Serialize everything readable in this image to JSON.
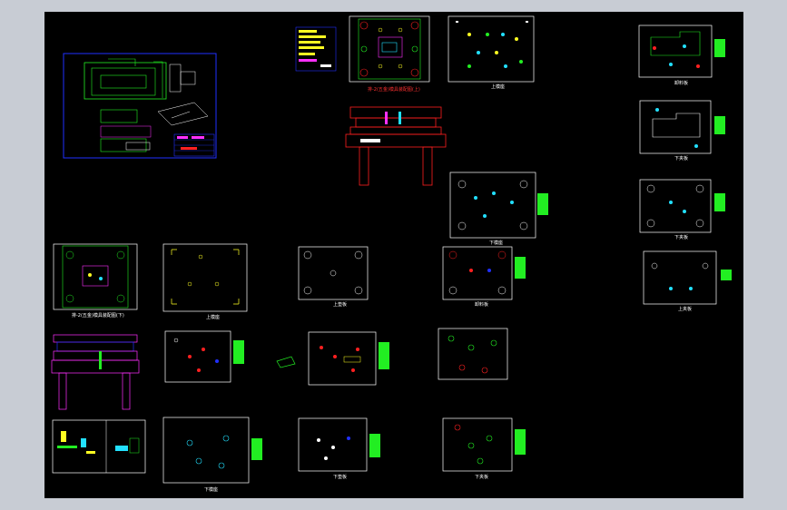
{
  "viewport": {
    "background": "#000000",
    "frame": "#c8ccd4"
  },
  "colors": {
    "white": "#ffffff",
    "red": "#ff2020",
    "green": "#22ee22",
    "cyan": "#22e0ff",
    "yellow": "#ffff22",
    "blue": "#2030ff",
    "magenta": "#ff30ff"
  },
  "labels": {
    "upper_die": "上模座",
    "upper_pad": "上垫板",
    "upper_plate": "上夹板",
    "stripper": "卸料板",
    "lower_die": "下模座",
    "lower_pad": "下垫板",
    "lower_plate": "下夹板",
    "assembly_top": "排-2(五金)模具装配图(上)",
    "assembly_bot": "排-2(五金)模具装配图(下)"
  },
  "icons": [
    "cad-viewport"
  ]
}
